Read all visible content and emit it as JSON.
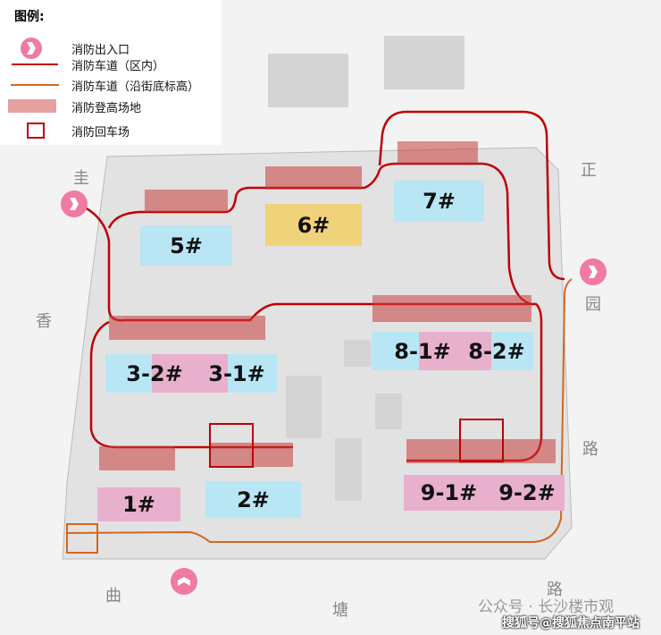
{
  "legend": {
    "title": "图例:",
    "items": [
      {
        "label": "消防出入口",
        "icon": "fire-entrance-icon"
      },
      {
        "label": "消防车道（区内）",
        "icon": "red-line-icon"
      },
      {
        "label": "消防车道（沿街底标高）",
        "icon": "orange-line-icon"
      },
      {
        "label": "消防登高场地",
        "icon": "red-area-icon"
      },
      {
        "label": "消防回车场",
        "icon": "red-square-icon"
      }
    ]
  },
  "buildings": {
    "b5": "5#",
    "b6": "6#",
    "b7": "7#",
    "b3_2": "3-2#",
    "b3_1": "3-1#",
    "b8_1": "8-1#",
    "b8_2": "8-2#",
    "b1": "1#",
    "b2": "2#",
    "b9_1": "9-1#",
    "b9_2": "9-2#"
  },
  "roads": {
    "left1": "圭",
    "left2": "香",
    "bottom1": "曲",
    "bottom2": "塘",
    "bottom3": "路",
    "right1": "正",
    "right2": "园",
    "right3": "路"
  },
  "colors": {
    "fire_lane": "#c00000",
    "street_lane": "#d2691e",
    "climbing_area": "#d66a6a",
    "entrance": "#f07aa0"
  },
  "watermark": {
    "line1": "公众号 · 长沙楼市观",
    "line2": "搜狐号@搜狐焦点南平站"
  }
}
